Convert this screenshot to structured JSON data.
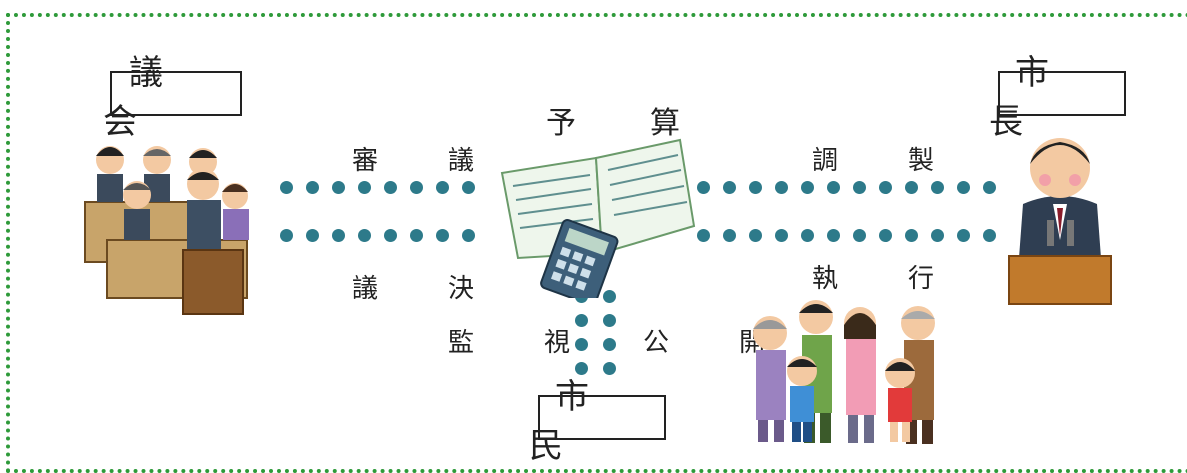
{
  "nodes": {
    "council": "議　会",
    "mayor": "市　長",
    "citizens": "市　民",
    "budget": "予　算"
  },
  "edges": {
    "deliberation": "審　議",
    "resolution": "議　決",
    "preparation": "調　製",
    "execution": "執　行",
    "oversight": "監　視",
    "disclosure": "公　開"
  },
  "colors": {
    "frame": "#2e9a3a",
    "dots": "#2d7a8a"
  }
}
